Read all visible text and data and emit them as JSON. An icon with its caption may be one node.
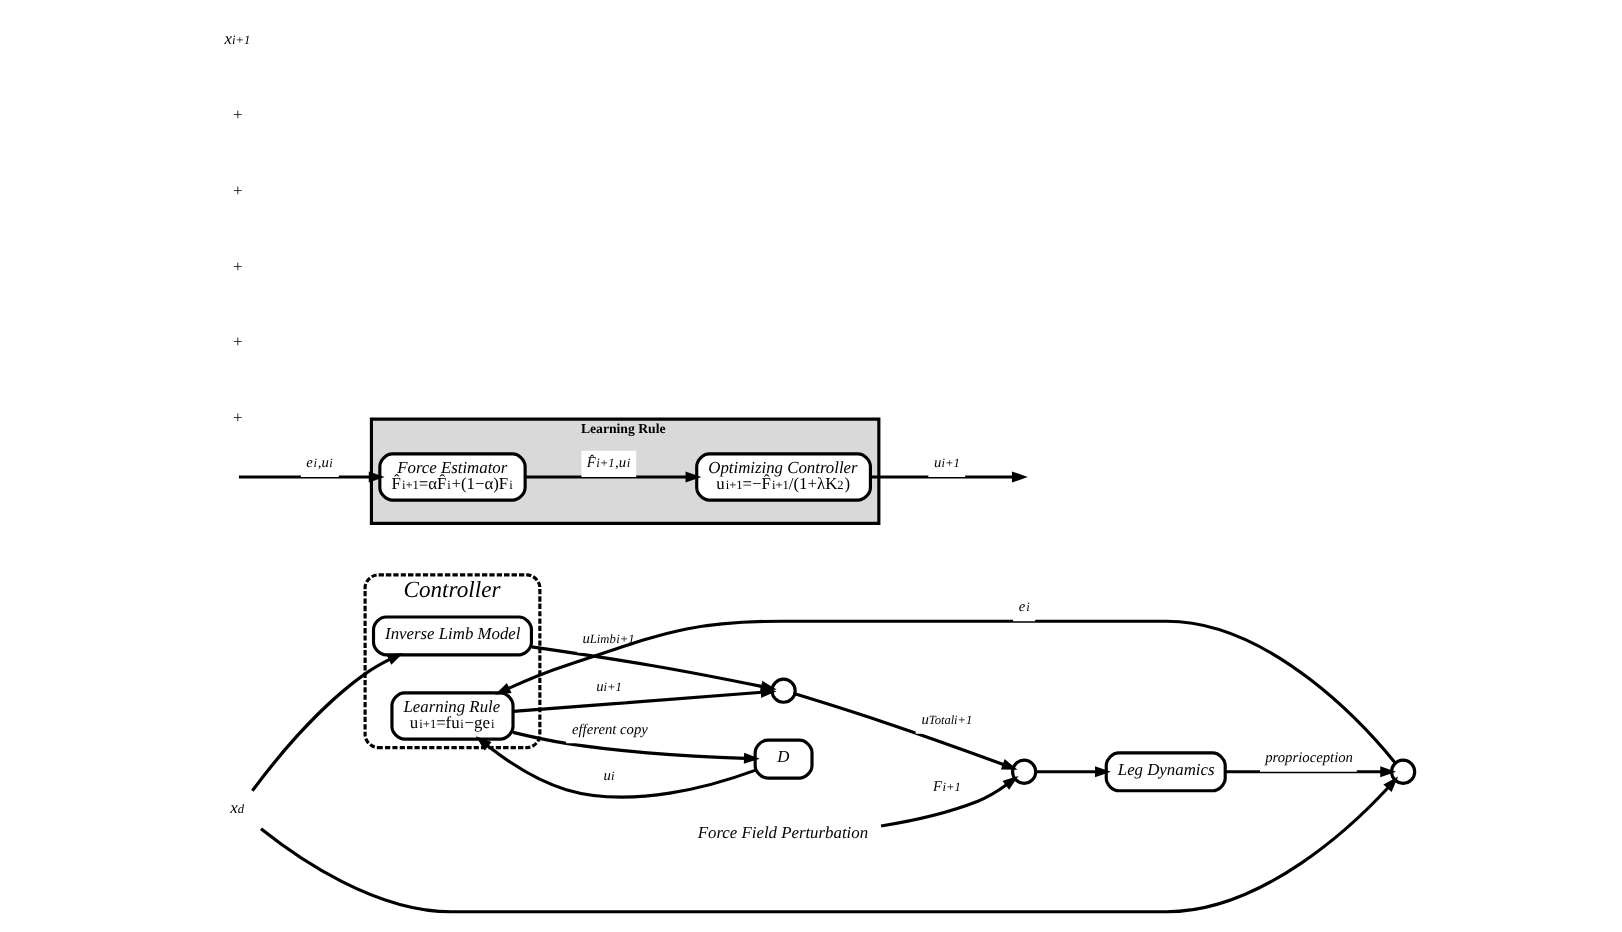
{
  "diagram": {
    "nodes": [
      {
        "text": [
          "Controller"
        ]
      },
      {
        "text": [
          "Inverse Limb Model"
        ],
        "in": 0
      },
      {
        "text": [
          "Learning Rule",
          "u$_{i+1}$=fu$_{i}$−ge$_{i}$"
        ],
        "in": 0
      },
      {
        "text": [],
        "shape": "circle"
      },
      {
        "text": [],
        "shape": "circle"
      },
      {
        "text": [
          "Leg Dynamics"
        ]
      },
      {
        "text": [
          "D"
        ]
      },
      {
        "text": [],
        "shape": "circle"
      },
      {
        "text": [
          "Force Field Perturbation"
        ]
      },
      {
        "text": [
          "x$_{d}$"
        ]
      },
      {
        "text": [
          "Learning Rule"
        ]
      },
      {
        "text": [
          "Optimizing Controller",
          "u$_{i+1}$=−F̂$_{i+1}$/(1+λK$^{2}$)"
        ],
        "in": 10
      },
      {
        "text": [
          "Force Estimator",
          "F̂$_{i+1}$=αF̂$_{i}$+(1−α)F$_{i}$"
        ],
        "in": 10
      }
    ],
    "edges": [
      {
        "from": 9,
        "to": 1,
        "arrow": "to"
      },
      {
        "from": 9,
        "to": 7,
        "arrow": "to"
      },
      {
        "from": 1,
        "to": 3,
        "arrow": "to",
        "label": "u$^{Limb}$$_{i+1}$"
      },
      {
        "from": 2,
        "to": 3,
        "arrow": "to",
        "label": "u$_{i+1}$"
      },
      {
        "from": 2,
        "to": 6,
        "arrow": "to",
        "label": "efferent copy"
      },
      {
        "from": 6,
        "to": 2,
        "arrow": "to",
        "label": "u$_{i}$"
      },
      {
        "from": 3,
        "to": 4,
        "arrow": "to",
        "label": "u$^{Total}$$_{i+1}$"
      },
      {
        "from": 8,
        "to": 4,
        "arrow": "to",
        "label": "F$_{i+1}$"
      },
      {
        "from": 4,
        "to": 5,
        "arrow": "to"
      },
      {
        "from": 5,
        "to": 7,
        "arrow": "to",
        "label": "proprioception"
      },
      {
        "from": 7,
        "to": 2,
        "arrow": "to",
        "label": "e$_{i}$"
      },
      {
        "from": 12,
        "to": 11,
        "arrow": "to",
        "label": "F̂$_{i+1}$,u$_{i}$"
      },
      {
        "from": 11,
        "to": null,
        "arrow": "to",
        "label": "u$_{i+1}$"
      },
      {
        "from": null,
        "to": 12,
        "arrow": "to",
        "label": "e$_{i}$,u$_{i}$"
      }
    ],
    "labels": [
      "+",
      "+",
      "+",
      "+",
      "+",
      "x$_{i+1}$"
    ]
  }
}
